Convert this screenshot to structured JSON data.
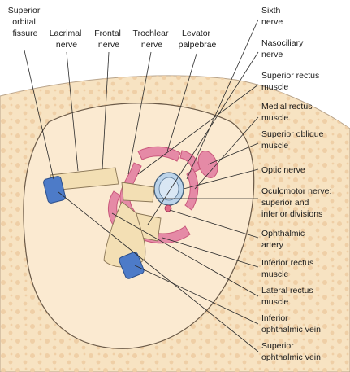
{
  "labels_top": [
    {
      "id": "superior-orbital-fissure",
      "lines": [
        "Superior",
        "orbital",
        "fissure"
      ]
    },
    {
      "id": "lacrimal-nerve",
      "lines": [
        "Lacrimal",
        "nerve"
      ]
    },
    {
      "id": "frontal-nerve",
      "lines": [
        "Frontal",
        "nerve"
      ]
    },
    {
      "id": "trochlear-nerve",
      "lines": [
        "Trochlear",
        "nerve"
      ]
    },
    {
      "id": "levator-palpebrae",
      "lines": [
        "Levator",
        "palpebrae"
      ]
    }
  ],
  "labels_right": [
    {
      "id": "sixth-nerve",
      "lines": [
        "Sixth",
        "nerve"
      ]
    },
    {
      "id": "nasociliary-nerve",
      "lines": [
        "Nasociliary",
        "nerve"
      ]
    },
    {
      "id": "superior-rectus-muscle",
      "lines": [
        "Superior rectus",
        "muscle"
      ]
    },
    {
      "id": "medial-rectus-muscle",
      "lines": [
        "Medial rectus",
        "muscle"
      ]
    },
    {
      "id": "superior-oblique-muscle",
      "lines": [
        "Superior oblique",
        "muscle"
      ]
    },
    {
      "id": "optic-nerve",
      "lines": [
        "Optic nerve"
      ]
    },
    {
      "id": "oculomotor-nerve",
      "lines": [
        "Oculomotor nerve:",
        "superior and",
        "inferior divisions"
      ]
    },
    {
      "id": "ophthalmic-artery",
      "lines": [
        "Ophthalmic",
        "artery"
      ]
    },
    {
      "id": "inferior-rectus-muscle",
      "lines": [
        "Inferior rectus",
        "muscle"
      ]
    },
    {
      "id": "lateral-rectus-muscle",
      "lines": [
        "Lateral rectus",
        "muscle"
      ]
    },
    {
      "id": "inferior-ophthalmic-vein",
      "lines": [
        "Inferior",
        "ophthalmic vein"
      ]
    },
    {
      "id": "superior-ophthalmic-vein",
      "lines": [
        "Superior",
        "ophthalmic vein"
      ]
    }
  ],
  "colors": {
    "bone": "#f7e3c2",
    "bone_dots": "#efcfa6",
    "orbit": "#fbead1",
    "muscle": "#e58aa6",
    "muscle_stroke": "#c9587c",
    "nerve": "#f3dfb4",
    "vein": "#4d7bc8",
    "optic": "#bcd4ea",
    "leader": "#2a2a2a"
  }
}
